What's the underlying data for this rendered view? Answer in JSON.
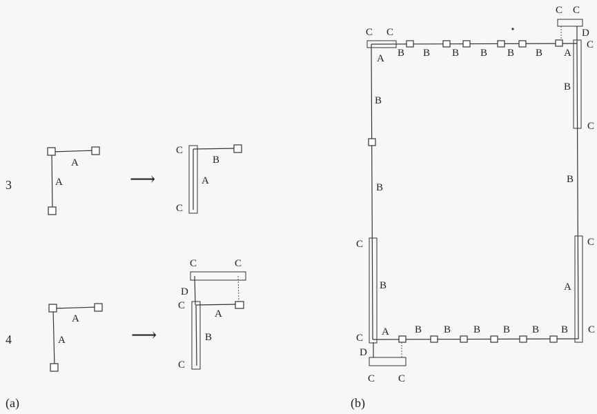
{
  "caption_a": "(a)",
  "caption_b": "(b)",
  "row3_label": "3",
  "row4_label": "4",
  "arrow": "⟶",
  "A": "A",
  "B": "B",
  "C": "C",
  "D": "D"
}
